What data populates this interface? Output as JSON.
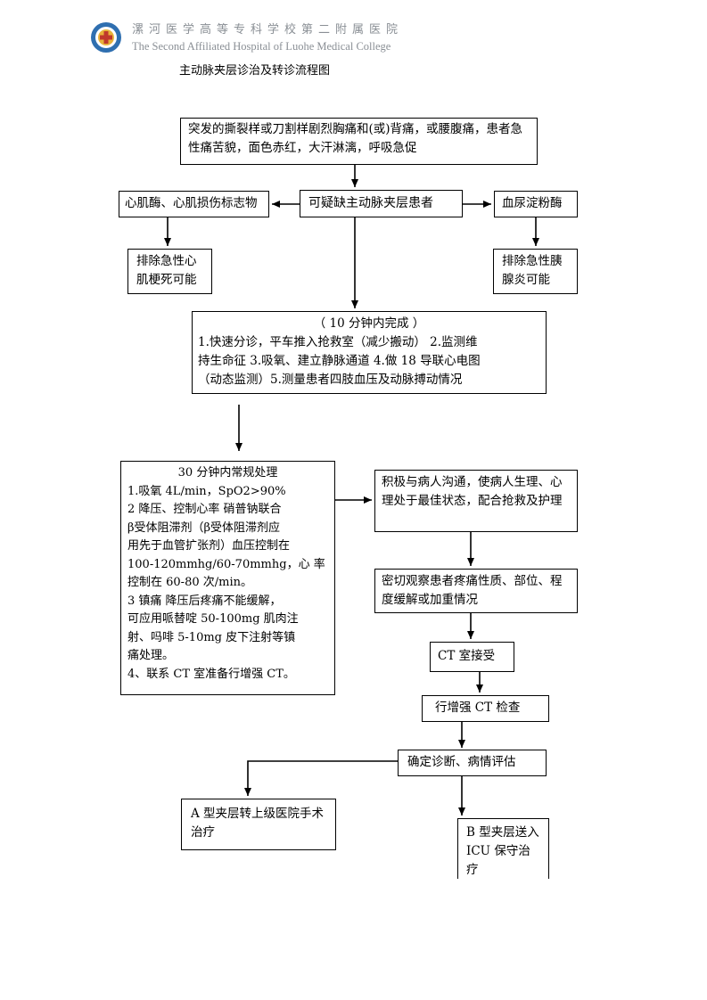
{
  "header": {
    "hospital_name_cn": "漯河医学高等专科学校第二附属医院",
    "hospital_name_en": "The Second Affiliated Hospital of Luohe Medical College",
    "document_title": "主动脉夹层诊治及转诊流程图"
  },
  "flowchart": {
    "symptoms": "突发的撕裂样或刀割样剧烈胸痛和(或)背痛，或腰腹痛，患者急性痛苦貌，面色赤红，大汗淋漓，呼吸急促",
    "suspected": "可疑缺主动脉夹层患者",
    "left_test": "心肌酶、心肌损伤标志物",
    "left_exclude": "排除急性心肌梗死可能",
    "right_test": "血尿淀粉酶",
    "right_exclude": "排除急性胰腺炎可能",
    "ten_min": {
      "heading": "（ 10 分钟内完成 ）",
      "lines": [
        "1.快速分诊，平车推入抢救室（减少搬动） 2.监测维",
        "持生命征 3.吸氧、建立静脉通道 4.做 18 导联心电图",
        "（动态监测）5.测量患者四肢血压及动脉搏动情况"
      ]
    },
    "thirty_min": {
      "heading": "30 分钟内常规处理",
      "lines": [
        "1.吸氧 4L/min，SpO2>90%",
        "2 降压、控制心率  硝普钠联合",
        "β受体阻滞剂（β受体阻滞剂应",
        "用先于血管扩张剂）血压控制在",
        "100-120mmhg/60-70mmhg，心 率",
        "控制在 60-80 次/min。",
        "3 镇痛 降压后疼痛不能缓解，",
        "可应用哌替啶 50-100mg 肌肉注",
        "射、吗啡 5-10mg 皮下注射等镇",
        "痛处理。",
        "4、联系 CT 室准备行增强 CT。"
      ]
    },
    "communicate": "积极与病人沟通，使病人生理、心理处于最佳状态，配合抢救及护理",
    "observe": "密切观察患者疼痛性质、部位、程度缓解或加重情况",
    "ct_receive": "CT 室接受",
    "ct_exam": "行增强 CT 检查",
    "diagnose": "确定诊断、病情评估",
    "type_a": "A 型夹层转上级医院手术治疗",
    "type_b": "B 型夹层送入 ICU 保守治疗"
  }
}
